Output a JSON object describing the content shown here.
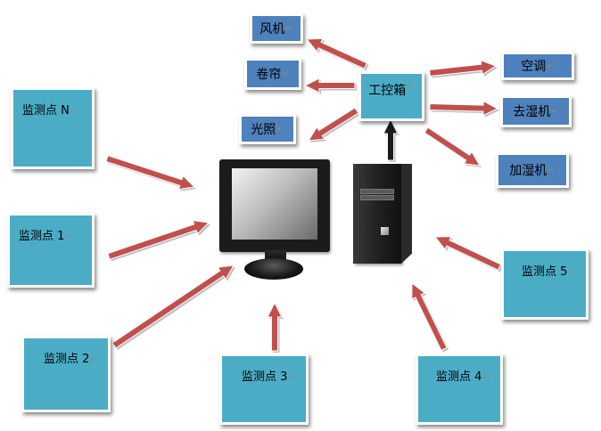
{
  "monitor_points": [
    {
      "key": "n",
      "label": "监测点 N"
    },
    {
      "key": "1",
      "label": "监测点 1"
    },
    {
      "key": "2",
      "label": "监测点 2"
    },
    {
      "key": "3",
      "label": "监测点 3"
    },
    {
      "key": "4",
      "label": "监测点 4"
    },
    {
      "key": "5",
      "label": "监测点 5"
    }
  ],
  "controller": {
    "label": "工控箱"
  },
  "devices": {
    "fan": "风机",
    "curtain": "卷帘",
    "lighting": "光照",
    "ac": "空调",
    "dehumidifier": "去湿机",
    "humidifier": "加湿机"
  },
  "paragraph_mark": "↵",
  "colors": {
    "monitor_fill": "#4BACC6",
    "device_fill": "#4F81BD",
    "arrow_fill": "#C0504D"
  }
}
